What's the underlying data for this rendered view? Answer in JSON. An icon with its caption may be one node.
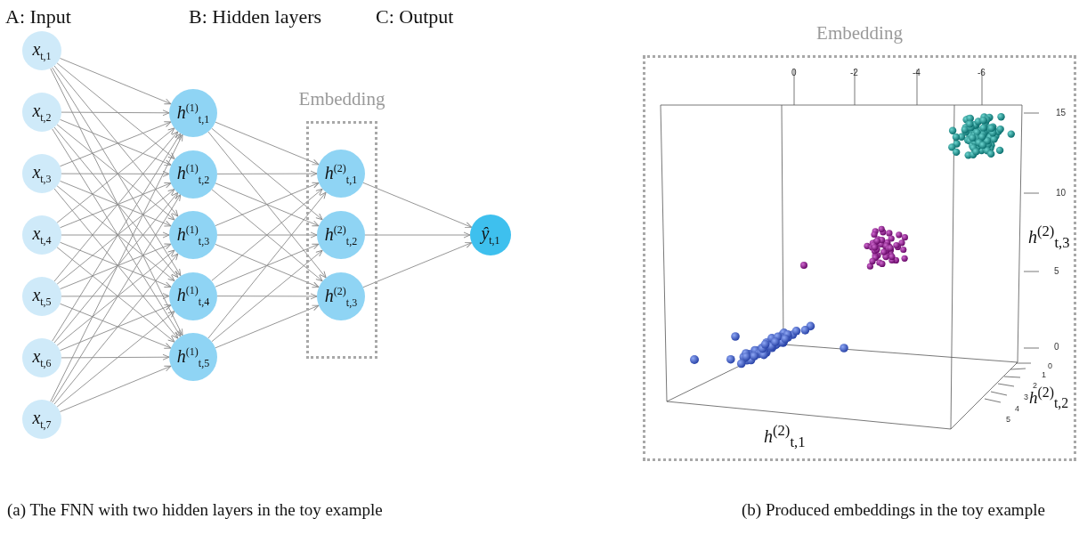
{
  "diagram": {
    "nodes": [
      {
        "text": [
          "*x*$_{t,1}$"
        ]
      },
      {
        "text": [
          "*x*$_{t,2}$"
        ]
      },
      {
        "text": [
          "*x*$_{t,3}$"
        ]
      },
      {
        "text": [
          "*x*$_{t,4}$"
        ]
      },
      {
        "text": [
          "*x*$_{t,5}$"
        ]
      },
      {
        "text": [
          "*x*$_{t,6}$"
        ]
      },
      {
        "text": [
          "*x*$_{t,7}$"
        ]
      },
      {
        "text": [
          "*h*$^{(1)}$$_{t,1}$"
        ]
      },
      {
        "text": [
          "*h*$^{(1)}$$_{t,2}$"
        ]
      },
      {
        "text": [
          "*h*$^{(1)}$$_{t,3}$"
        ]
      },
      {
        "text": [
          "*h*$^{(1)}$$_{t,4}$"
        ]
      },
      {
        "text": [
          "*h*$^{(1)}$$_{t,5}$"
        ]
      },
      {
        "text": [
          "Embedding"
        ]
      },
      {
        "text": [
          "*h*$^{(2)}$$_{t,1}$"
        ],
        "in": 12
      },
      {
        "text": [
          "*h*$^{(2)}$$_{t,2}$"
        ],
        "in": 12
      },
      {
        "text": [
          "*h*$^{(2)}$$_{t,3}$"
        ],
        "in": 12
      },
      {
        "text": [
          "*ŷ*$_{t,1}$"
        ]
      },
      {
        "text": [
          "Embedding"
        ]
      }
    ],
    "edges": [
      {
        "from": 0,
        "to": 7,
        "arrow": "to"
      },
      {
        "from": 0,
        "to": 8,
        "arrow": "to"
      },
      {
        "from": 0,
        "to": 9,
        "arrow": "to"
      },
      {
        "from": 0,
        "to": 10,
        "arrow": "to"
      },
      {
        "from": 0,
        "to": 11,
        "arrow": "to"
      },
      {
        "from": 1,
        "to": 7,
        "arrow": "to"
      },
      {
        "from": 1,
        "to": 8,
        "arrow": "to"
      },
      {
        "from": 1,
        "to": 9,
        "arrow": "to"
      },
      {
        "from": 1,
        "to": 10,
        "arrow": "to"
      },
      {
        "from": 1,
        "to": 11,
        "arrow": "to"
      },
      {
        "from": 2,
        "to": 7,
        "arrow": "to"
      },
      {
        "from": 2,
        "to": 8,
        "arrow": "to"
      },
      {
        "from": 2,
        "to": 9,
        "arrow": "to"
      },
      {
        "from": 2,
        "to": 10,
        "arrow": "to"
      },
      {
        "from": 2,
        "to": 11,
        "arrow": "to"
      },
      {
        "from": 3,
        "to": 7,
        "arrow": "to"
      },
      {
        "from": 3,
        "to": 8,
        "arrow": "to"
      },
      {
        "from": 3,
        "to": 9,
        "arrow": "to"
      },
      {
        "from": 3,
        "to": 10,
        "arrow": "to"
      },
      {
        "from": 3,
        "to": 11,
        "arrow": "to"
      },
      {
        "from": 4,
        "to": 7,
        "arrow": "to"
      },
      {
        "from": 4,
        "to": 8,
        "arrow": "to"
      },
      {
        "from": 4,
        "to": 9,
        "arrow": "to"
      },
      {
        "from": 4,
        "to": 10,
        "arrow": "to"
      },
      {
        "from": 4,
        "to": 11,
        "arrow": "to"
      },
      {
        "from": 5,
        "to": 7,
        "arrow": "to"
      },
      {
        "from": 5,
        "to": 8,
        "arrow": "to"
      },
      {
        "from": 5,
        "to": 9,
        "arrow": "to"
      },
      {
        "from": 5,
        "to": 10,
        "arrow": "to"
      },
      {
        "from": 5,
        "to": 11,
        "arrow": "to"
      },
      {
        "from": 6,
        "to": 7,
        "arrow": "to"
      },
      {
        "from": 6,
        "to": 8,
        "arrow": "to"
      },
      {
        "from": 6,
        "to": 9,
        "arrow": "to"
      },
      {
        "from": 6,
        "to": 10,
        "arrow": "to"
      },
      {
        "from": 6,
        "to": 11,
        "arrow": "to"
      },
      {
        "from": 7,
        "to": 13,
        "arrow": "to"
      },
      {
        "from": 7,
        "to": 14,
        "arrow": "to"
      },
      {
        "from": 7,
        "to": 15,
        "arrow": "to"
      },
      {
        "from": 8,
        "to": 13,
        "arrow": "to"
      },
      {
        "from": 8,
        "to": 14,
        "arrow": "to"
      },
      {
        "from": 8,
        "to": 15,
        "arrow": "to"
      },
      {
        "from": 9,
        "to": 13,
        "arrow": "to"
      },
      {
        "from": 9,
        "to": 14,
        "arrow": "to"
      },
      {
        "from": 9,
        "to": 15,
        "arrow": "to"
      },
      {
        "from": 10,
        "to": 13,
        "arrow": "to"
      },
      {
        "from": 10,
        "to": 14,
        "arrow": "to"
      },
      {
        "from": 10,
        "to": 15,
        "arrow": "to"
      },
      {
        "from": 11,
        "to": 13,
        "arrow": "to"
      },
      {
        "from": 11,
        "to": 14,
        "arrow": "to"
      },
      {
        "from": 11,
        "to": 15,
        "arrow": "to"
      },
      {
        "from": 13,
        "to": 16,
        "arrow": "to"
      },
      {
        "from": 14,
        "to": 16,
        "arrow": "to"
      },
      {
        "from": 15,
        "to": 16,
        "arrow": "to"
      }
    ],
    "labels": [
      "A: Input",
      "B: Hidden layers",
      "C: Output",
      "0",
      "-2",
      "-4",
      "-6",
      "15",
      "10",
      "*h*$^{(2)}$$_{t,3}$",
      "5",
      "0",
      "0",
      "1",
      "2",
      "3",
      "*h*$^{(2)}$$_{t,2}$",
      "4",
      "5",
      "*h*$^{(2)}$$_{t,1}$",
      "(a) The FNN with two hidden layers in the toy example",
      "(b) Produced embeddings in the toy example"
    ]
  }
}
